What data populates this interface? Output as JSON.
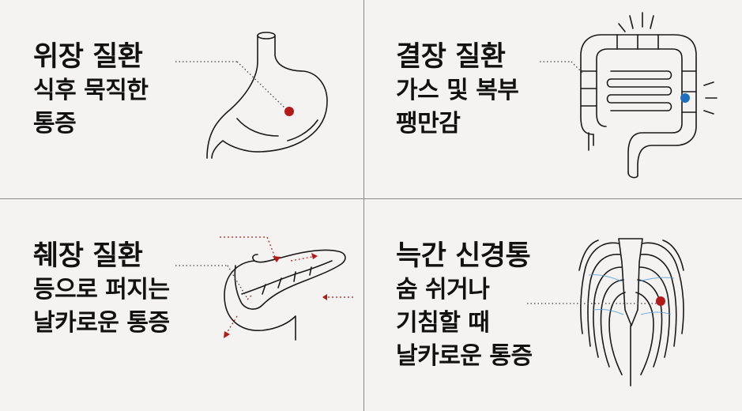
{
  "panels": [
    {
      "title": "위장 질환",
      "lines": [
        "식후 묵직한",
        "통증"
      ],
      "organ_icon": "stomach-icon",
      "marker_color": "#b21a1a"
    },
    {
      "title": "결장 질환",
      "lines": [
        "가스 및 복부",
        "팽만감"
      ],
      "organ_icon": "colon-icon",
      "marker_color": "#1f6fc1"
    },
    {
      "title": "췌장 질환",
      "lines": [
        "등으로 퍼지는",
        "날카로운 통증"
      ],
      "organ_icon": "pancreas-icon",
      "marker_color": "#b21a1a"
    },
    {
      "title": "늑간 신경통",
      "lines": [
        "숨 쉬거나",
        "기침할 때",
        "날카로운 통증"
      ],
      "organ_icon": "ribcage-icon",
      "marker_color": "#b21a1a"
    }
  ],
  "colors": {
    "background": "#f4f3f1",
    "line": "#1a1a1a",
    "divider": "#8a8a8a",
    "nerve": "#5aa0d6"
  }
}
